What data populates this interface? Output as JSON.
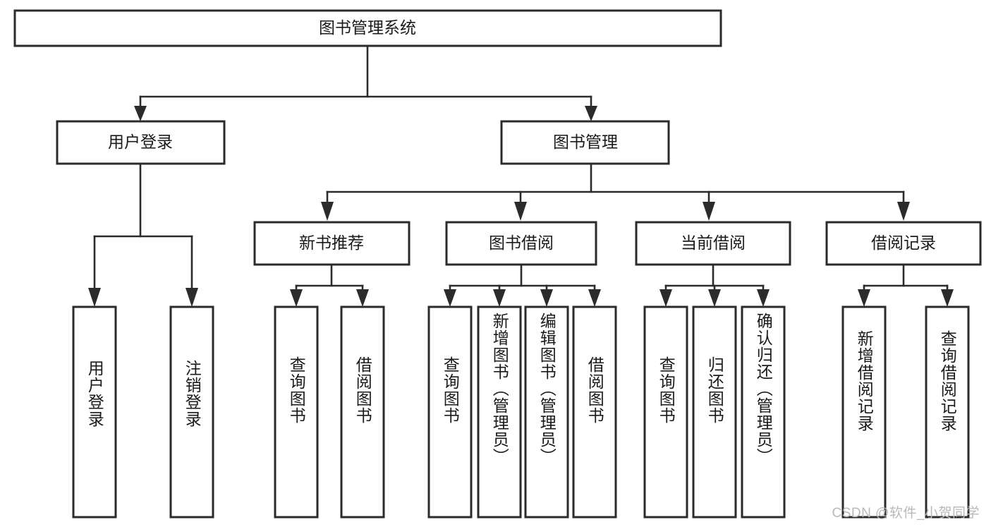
{
  "diagram": {
    "type": "hierarchy-tree",
    "title": "图书管理系统",
    "levels": 4,
    "root": {
      "id": "root",
      "label": "图书管理系统"
    },
    "level2": [
      {
        "id": "user-login",
        "label": "用户登录"
      },
      {
        "id": "book-management",
        "label": "图书管理"
      }
    ],
    "level3": [
      {
        "id": "new-book-recommend",
        "label": "新书推荐",
        "parent": "book-management"
      },
      {
        "id": "book-borrow",
        "label": "图书借阅",
        "parent": "book-management"
      },
      {
        "id": "current-borrow",
        "label": "当前借阅",
        "parent": "book-management"
      },
      {
        "id": "borrow-record",
        "label": "借阅记录",
        "parent": "book-management"
      }
    ],
    "leaves": [
      {
        "id": "leaf-user-login",
        "label": "用户登录",
        "parent": "user-login"
      },
      {
        "id": "leaf-logout-login",
        "label": "注销登录",
        "parent": "user-login"
      },
      {
        "id": "leaf-query-book-1",
        "label": "查询图书",
        "parent": "new-book-recommend"
      },
      {
        "id": "leaf-borrow-book-1",
        "label": "借阅图书",
        "parent": "new-book-recommend"
      },
      {
        "id": "leaf-query-book-2",
        "label": "查询图书",
        "parent": "book-borrow"
      },
      {
        "id": "leaf-add-book",
        "label": "新增图书（管理员）",
        "parent": "book-borrow"
      },
      {
        "id": "leaf-edit-book",
        "label": "编辑图书（管理员）",
        "parent": "book-borrow"
      },
      {
        "id": "leaf-borrow-book-2",
        "label": "借阅图书",
        "parent": "book-borrow"
      },
      {
        "id": "leaf-query-book-3",
        "label": "查询图书",
        "parent": "current-borrow"
      },
      {
        "id": "leaf-return-book",
        "label": "归还图书",
        "parent": "current-borrow"
      },
      {
        "id": "leaf-confirm-return",
        "label": "确认归还（管理员）",
        "parent": "current-borrow"
      },
      {
        "id": "leaf-add-record",
        "label": "新增借阅记录",
        "parent": "borrow-record"
      },
      {
        "id": "leaf-query-record",
        "label": "查询借阅记录",
        "parent": "borrow-record"
      }
    ],
    "colors": {
      "box_fill": "#ffffff",
      "box_stroke": "#2b2b2b",
      "connector": "#2b2b2b",
      "text": "#1a1a1a",
      "watermark": "#b9b9b9",
      "background": "#ffffff"
    }
  },
  "watermark": {
    "text": "CSDN @软件_小贺同学"
  }
}
